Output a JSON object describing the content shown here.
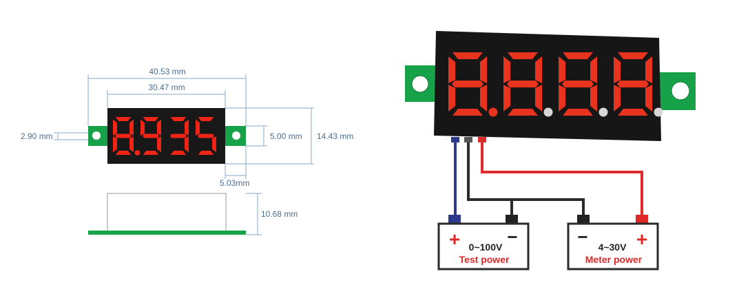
{
  "left_display": {
    "reading": "8.935",
    "dimensions": {
      "overall_width": "40.53 mm",
      "display_width": "30.47 mm",
      "tab_height": "2.90 mm",
      "hole_spacing": "5.00 mm",
      "overall_height": "14.43 mm",
      "tab_width": "5.03mm",
      "depth": "10.68 mm"
    }
  },
  "right_display": {
    "reading": "8.888",
    "lit_color": "#e8331f",
    "dim_color": "#d7d7d7"
  },
  "batteries": {
    "test": {
      "voltage": "0~100V",
      "label": "Test power",
      "plus_symbol": "+",
      "minus_symbol": "−"
    },
    "meter": {
      "voltage": "4~30V",
      "label": "Meter power",
      "plus_symbol": "+",
      "minus_symbol": "−"
    }
  },
  "colors": {
    "pcb_green": "#17a24a",
    "display_body": "#181818",
    "segment_red": "#f02515",
    "dimension_line": "#86a8c8",
    "dimension_text": "#4a6f95",
    "wire_blue": "#2d3a8c",
    "wire_black": "#2a2a2a",
    "wire_red": "#dd2a2a",
    "terminal_red": "#e12828",
    "terminal_black": "#222222"
  }
}
